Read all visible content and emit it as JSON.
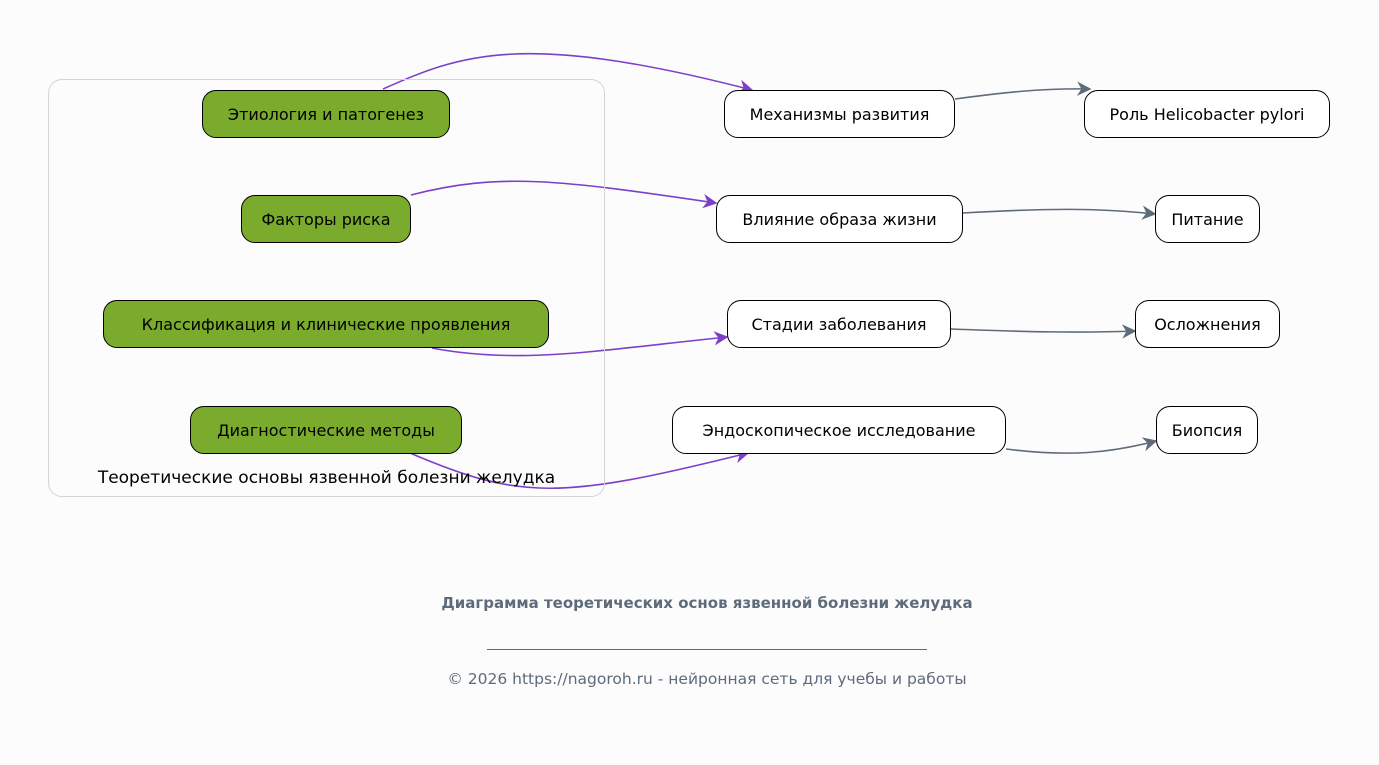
{
  "cluster": {
    "label": "Теоретические основы язвенной болезни желудка"
  },
  "sections": [
    {
      "label": "Этиология и патогенез"
    },
    {
      "label": "Факторы риска"
    },
    {
      "label": "Классификация и клинические проявления"
    },
    {
      "label": "Диагностические методы"
    }
  ],
  "topics": [
    {
      "label": "Механизмы развития"
    },
    {
      "label": "Влияние образа жизни"
    },
    {
      "label": "Стадии заболевания"
    },
    {
      "label": "Эндоскопическое исследование"
    }
  ],
  "details": [
    {
      "label": "Роль Helicobacter pylori"
    },
    {
      "label": "Питание"
    },
    {
      "label": "Осложнения"
    },
    {
      "label": "Биопсия"
    }
  ],
  "footer": {
    "title": "Диаграмма теоретических основ язвенной болезни желудка",
    "copyright": "© 2026 https://nagoroh.ru - нейронная сеть для учебы и работы"
  },
  "colors": {
    "section_fill": "#7aab2c",
    "primary_edge": "#7b3fc9",
    "secondary_edge": "#5d6b7a"
  }
}
